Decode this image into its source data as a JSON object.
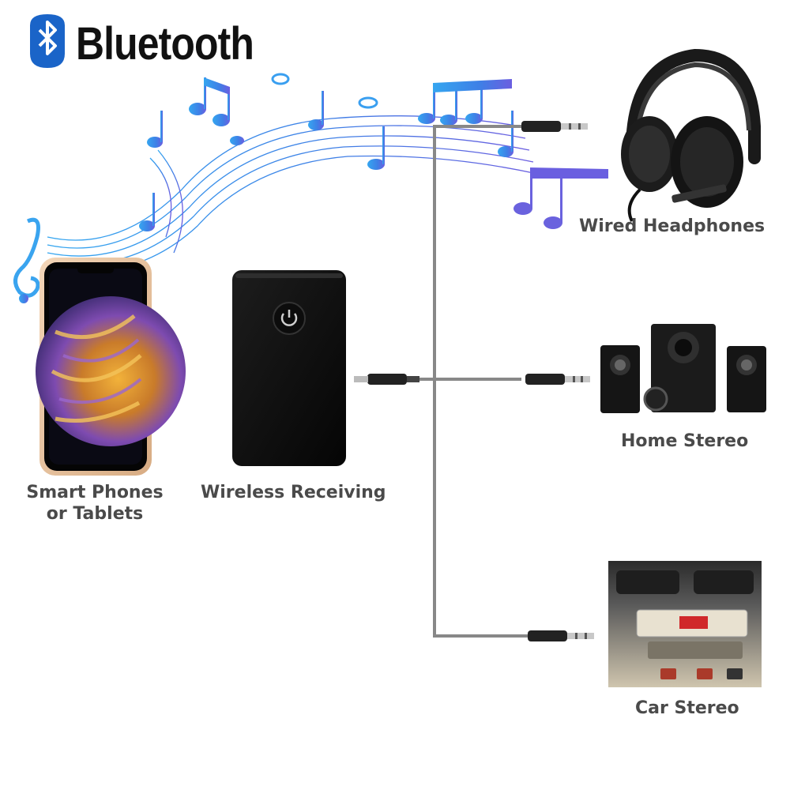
{
  "brand": {
    "name": "Bluetooth",
    "icon": "bluetooth-icon",
    "color": "#1a64c8"
  },
  "source": {
    "label_line1": "Smart Phones",
    "label_line2": "or Tablets",
    "icon": "smartphone-icon"
  },
  "receiver": {
    "label": "Wireless Receiving",
    "icon": "power-button-icon"
  },
  "outputs": [
    {
      "label": "Wired Headphones",
      "icon": "headphones-icon"
    },
    {
      "label": "Home Stereo",
      "icon": "speakers-icon"
    },
    {
      "label": "Car Stereo",
      "icon": "car-dashboard-icon"
    }
  ],
  "connector": {
    "icon": "aux-jack-icon",
    "color": "#777777"
  },
  "music": {
    "icon": "music-notes-icon",
    "color": "#3a8be0"
  }
}
